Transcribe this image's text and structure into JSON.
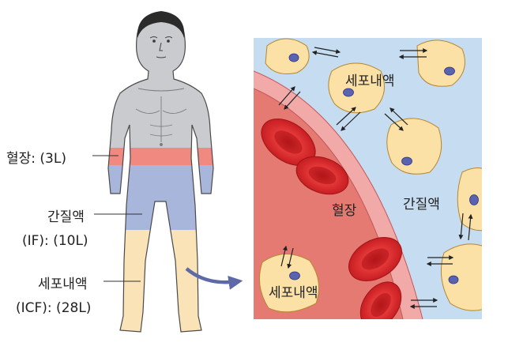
{
  "body_labels": {
    "plasma": "혈장: (3L)",
    "interstitial_line1": "간질액",
    "interstitial_line2": "(IF): (10L)",
    "intracellular_line1": "세포내액",
    "intracellular_line2": "(ICF): (28L)"
  },
  "detail_labels": {
    "intracellular_top": "세포내액",
    "plasma": "혈장",
    "interstitial": "간질액",
    "intracellular_bottom": "세포내액"
  },
  "colors": {
    "skin": "#c8cacd",
    "plasma_band": "#f08a80",
    "interstitial_region": "#a9b6dc",
    "intracellular_region": "#fbe3b8",
    "background_fluid": "#c6dcf0",
    "vessel_wall": "#f2aaa8",
    "blood": "#e57a73",
    "red_cell": "#d6262a",
    "cell": "#fbe1a6",
    "nucleus": "#5a63b0",
    "arrow": "#5d6aa7"
  }
}
